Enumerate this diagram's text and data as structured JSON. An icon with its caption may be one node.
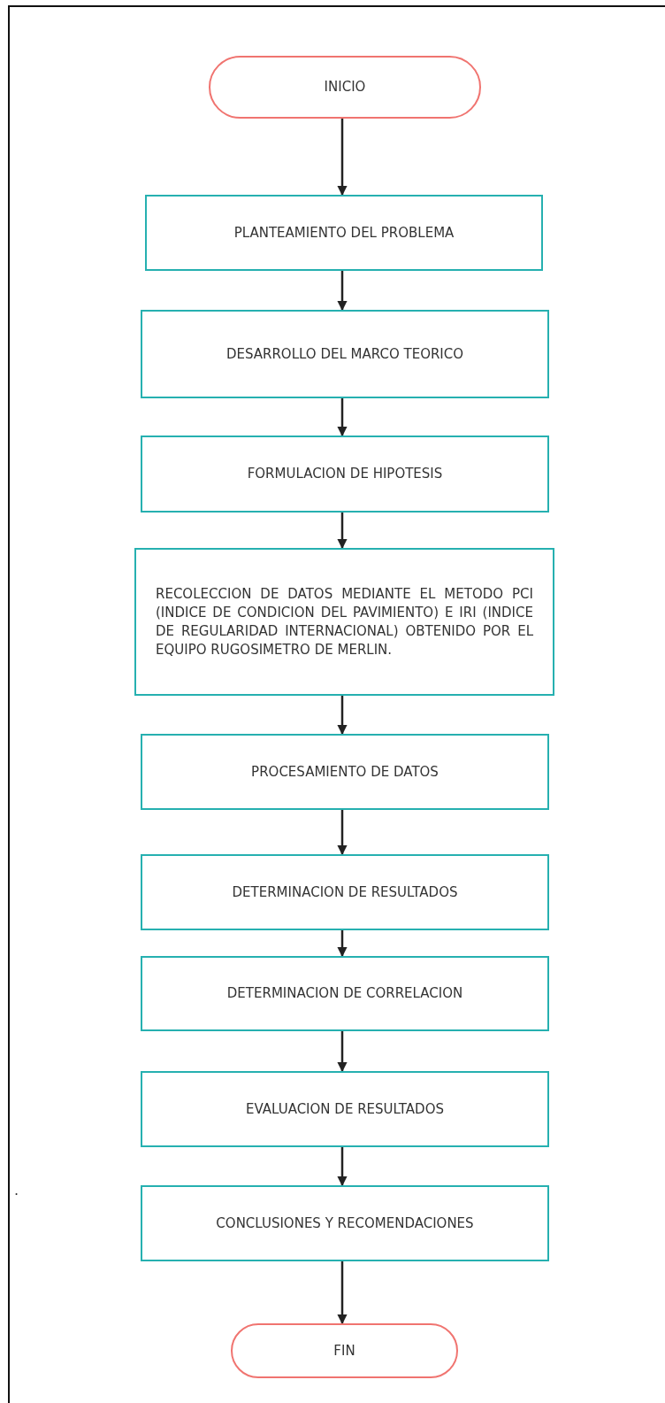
{
  "diagram": {
    "nodes": [
      {
        "text": [
          "INICIO"
        ]
      },
      {
        "text": [
          "PLANTEAMIENTO DEL PROBLEMA"
        ]
      },
      {
        "text": [
          "DESARROLLO DEL MARCO TEORICO"
        ]
      },
      {
        "text": [
          "FORMULACION DE HIPOTESIS"
        ]
      },
      {
        "text": [
          "RECOLECCION DE DATOS MEDIANTE EL METODO PCI (INDICE DE CONDICION DEL PAVIMIENTO) E IRI (INDICE DE REGULARIDAD INTERNACIONAL) OBTENIDO POR EL EQUIPO RUGOSIMETRO DE MERLIN."
        ]
      },
      {
        "text": [
          "PROCESAMIENTO DE DATOS"
        ]
      },
      {
        "text": [
          "DETERMINACION DE RESULTADOS"
        ]
      },
      {
        "text": [
          "DETERMINACION DE CORRELACION"
        ]
      },
      {
        "text": [
          "EVALUACION DE RESULTADOS"
        ]
      },
      {
        "text": [
          "CONCLUSIONES Y RECOMENDACIONES"
        ]
      },
      {
        "text": [
          "FIN"
        ]
      }
    ],
    "edges": [
      {
        "from": 0,
        "to": 1,
        "arrow": "to"
      },
      {
        "from": 1,
        "to": 2,
        "arrow": "to"
      },
      {
        "from": 2,
        "to": 3,
        "arrow": "to"
      },
      {
        "from": 3,
        "to": 4,
        "arrow": "to"
      },
      {
        "from": 4,
        "to": 5,
        "arrow": "to"
      },
      {
        "from": 5,
        "to": 6,
        "arrow": "to"
      },
      {
        "from": 6,
        "to": 7,
        "arrow": "to"
      },
      {
        "from": 7,
        "to": 8,
        "arrow": "to"
      },
      {
        "from": 8,
        "to": 9,
        "arrow": "to"
      },
      {
        "from": 9,
        "to": 10,
        "arrow": "to"
      }
    ],
    "labels": [
      "."
    ]
  }
}
